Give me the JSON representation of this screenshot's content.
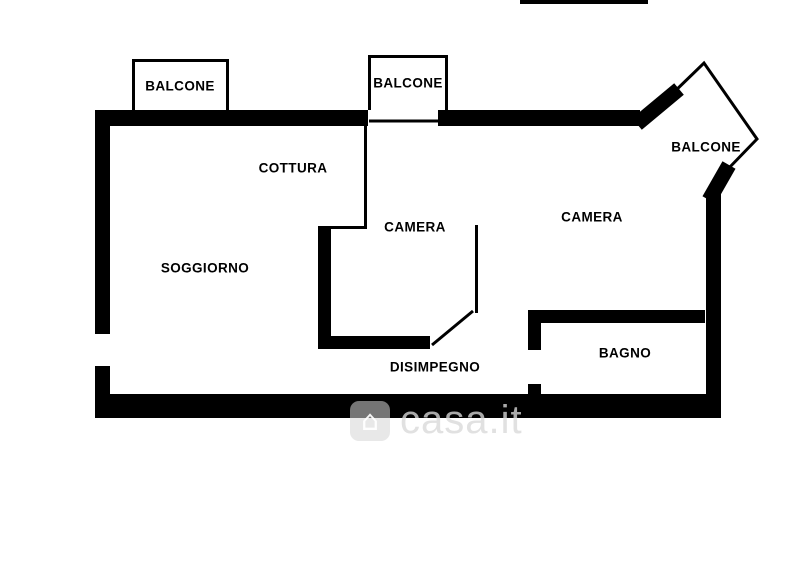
{
  "colors": {
    "wall": "#000000",
    "background": "#ffffff",
    "watermark": "#d8d8d8"
  },
  "rooms": {
    "balcone_left": "BALCONE",
    "balcone_center": "BALCONE",
    "balcone_right": "BALCONE",
    "cottura": "COTTURA",
    "camera_center": "CAMERA",
    "camera_right": "CAMERA",
    "soggiorno": "SOGGIORNO",
    "disimpegno": "DISIMPEGNO",
    "bagno": "BAGNO"
  },
  "watermark": {
    "text": "casa.it",
    "icon": "home-icon"
  }
}
